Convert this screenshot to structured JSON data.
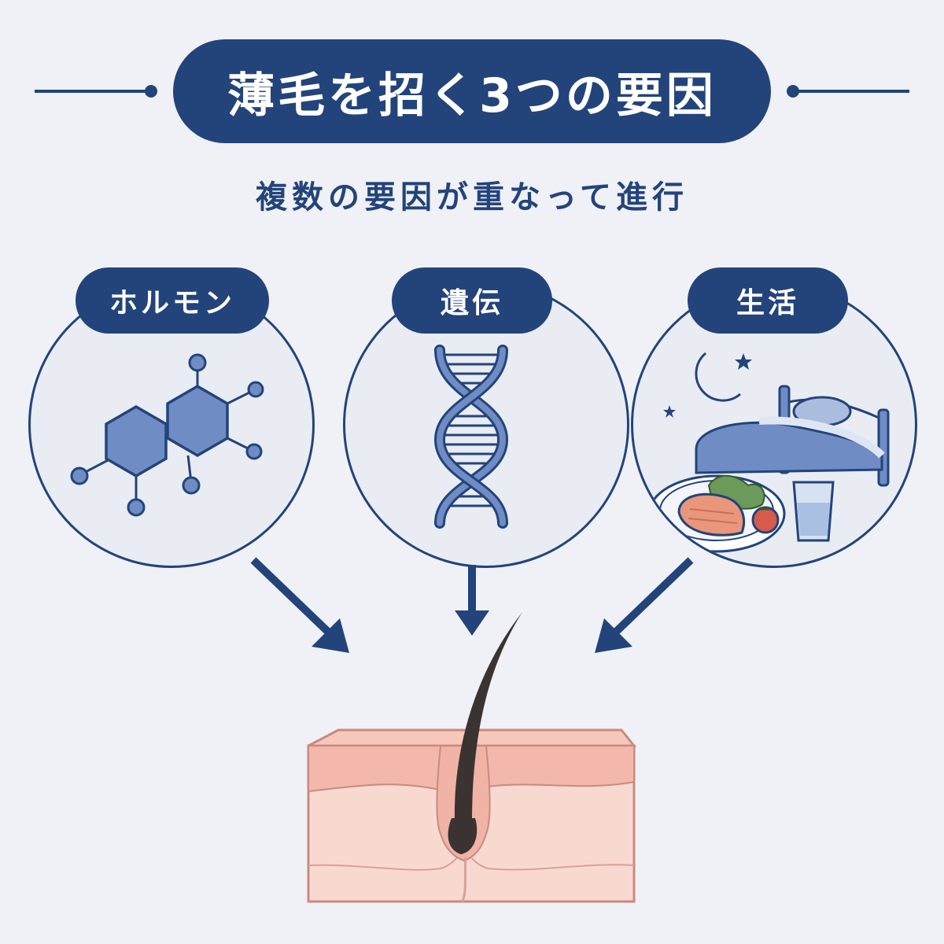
{
  "title": "薄毛を招く3つの要因",
  "subtitle": "複数の要因が重なって進行",
  "factors": [
    {
      "label": "ホルモン",
      "icon": "molecule-icon"
    },
    {
      "label": "遺伝",
      "icon": "dna-icon"
    },
    {
      "label": "生活",
      "icon": "lifestyle-icon"
    }
  ],
  "colors": {
    "navy": "#23447a",
    "background": "#f0f1f6",
    "icon_fill": "#6f8cc4",
    "skin": "#f6c8bc",
    "hair": "#3a3332"
  }
}
